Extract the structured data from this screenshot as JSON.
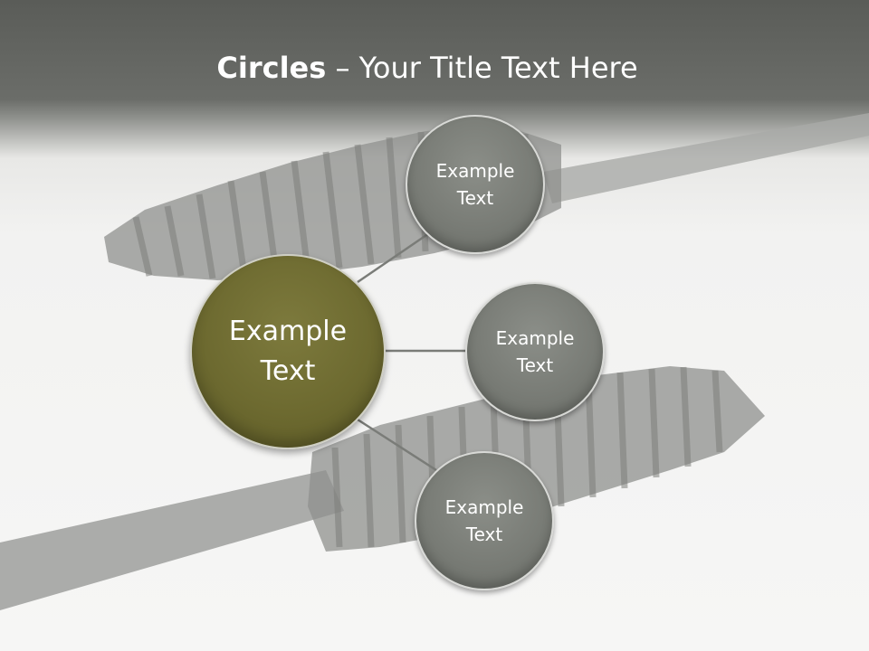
{
  "title": {
    "bold": "Circles",
    "rest": " – Your Title Text Here"
  },
  "center": {
    "line1": "Example",
    "line2": "Text"
  },
  "nodes": [
    {
      "line1": "Example",
      "line2": "Text"
    },
    {
      "line1": "Example",
      "line2": "Text"
    },
    {
      "line1": "Example",
      "line2": "Text"
    }
  ],
  "colors": {
    "center_fill": "#6d6a30",
    "node_fill": "#797c76",
    "connector": "#7a7c78",
    "header": "#5a5c58"
  }
}
